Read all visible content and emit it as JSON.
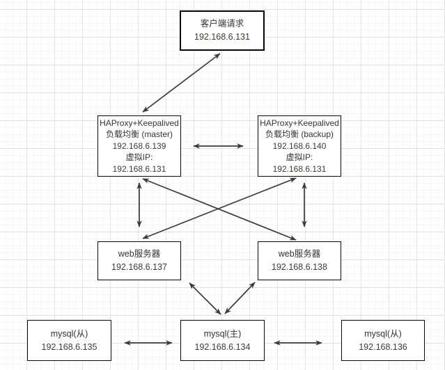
{
  "diagram": {
    "nodes": [
      {
        "id": "client",
        "lines": [
          "客户端请求",
          "192.168.6.131"
        ]
      },
      {
        "id": "lb-master",
        "lines": [
          "HAProxy+Keepalived",
          "负载均衡 (master)",
          "192.168.6.139",
          "虚拟IP:",
          "192.168.6.131"
        ]
      },
      {
        "id": "lb-backup",
        "lines": [
          "HAProxy+Keepalived",
          "负载均衡 (backup)",
          "192.168.6.140",
          "虚拟IP:",
          "192.168.6.131"
        ]
      },
      {
        "id": "web-1",
        "lines": [
          "web服务器",
          "192.168.6.137"
        ]
      },
      {
        "id": "web-2",
        "lines": [
          "web服务器",
          "192.168.6.138"
        ]
      },
      {
        "id": "mysql-slave-1",
        "lines": [
          "mysql(从)",
          "192.168.6.135"
        ]
      },
      {
        "id": "mysql-master",
        "lines": [
          "mysql(主)",
          "192.168.6.134"
        ]
      },
      {
        "id": "mysql-slave-2",
        "lines": [
          "mysql(从)",
          "192.168.136"
        ]
      }
    ],
    "edges": [
      {
        "from": "client",
        "to": "lb-master",
        "bidirectional": true
      },
      {
        "from": "lb-master",
        "to": "lb-backup",
        "bidirectional": true
      },
      {
        "from": "lb-master",
        "to": "web-1",
        "bidirectional": true
      },
      {
        "from": "lb-backup",
        "to": "web-2",
        "bidirectional": true
      },
      {
        "from": "lb-master",
        "to": "web-2",
        "bidirectional": true
      },
      {
        "from": "lb-backup",
        "to": "web-1",
        "bidirectional": true
      },
      {
        "from": "web-1",
        "to": "mysql-master",
        "bidirectional": true
      },
      {
        "from": "web-2",
        "to": "mysql-master",
        "bidirectional": true
      },
      {
        "from": "mysql-slave-1",
        "to": "mysql-master",
        "bidirectional": true
      },
      {
        "from": "mysql-master",
        "to": "mysql-slave-2",
        "bidirectional": true
      }
    ],
    "colors": {
      "box_fill": "#ffffff",
      "box_border": "#060606",
      "arrow": "#3a3a3a",
      "text": "#333333",
      "grid_major": "#e2e2e2",
      "grid_minor": "#f6f6f6"
    }
  }
}
